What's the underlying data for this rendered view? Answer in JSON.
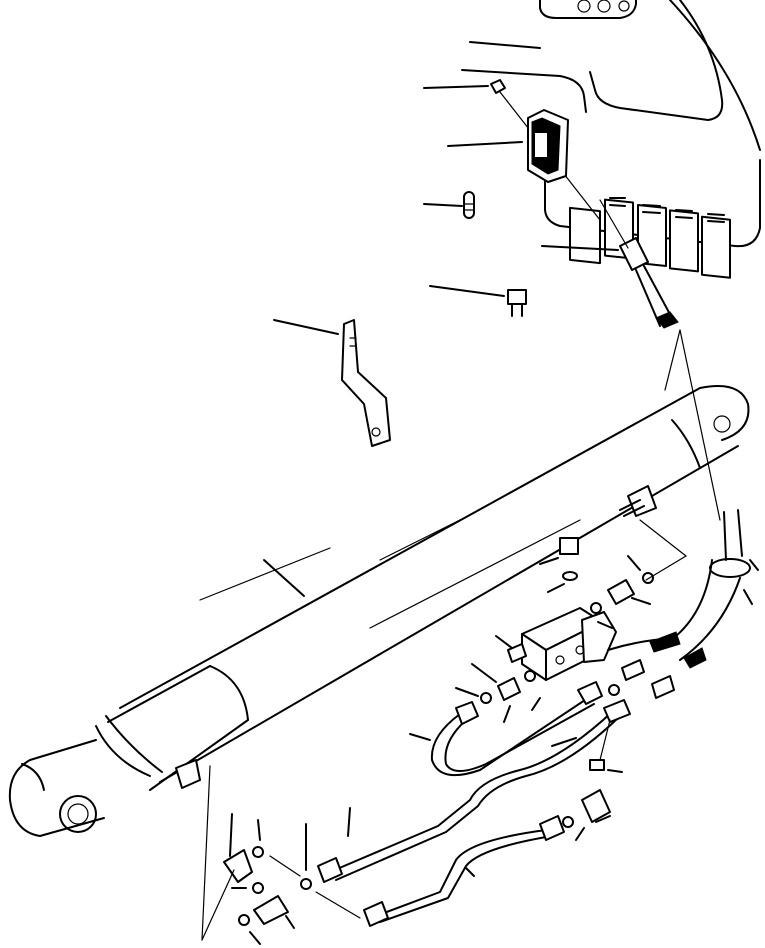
{
  "figure": {
    "kind": "exploded parts diagram",
    "unlabeled_leader_lines": 38
  },
  "parts": [
    {
      "name": "switch-panel-console"
    },
    {
      "name": "square-nut"
    },
    {
      "name": "rocker-switch"
    },
    {
      "name": "lamp-bulb"
    },
    {
      "name": "wire-connector"
    },
    {
      "name": "fuse"
    },
    {
      "name": "mounting-bracket"
    },
    {
      "name": "hydraulic-cylinder"
    },
    {
      "name": "solenoid-valve-block"
    },
    {
      "name": "hydraulic-hose"
    },
    {
      "name": "elbow-fitting"
    },
    {
      "name": "o-ring"
    },
    {
      "name": "tube-line"
    },
    {
      "name": "hose-clamp"
    }
  ]
}
